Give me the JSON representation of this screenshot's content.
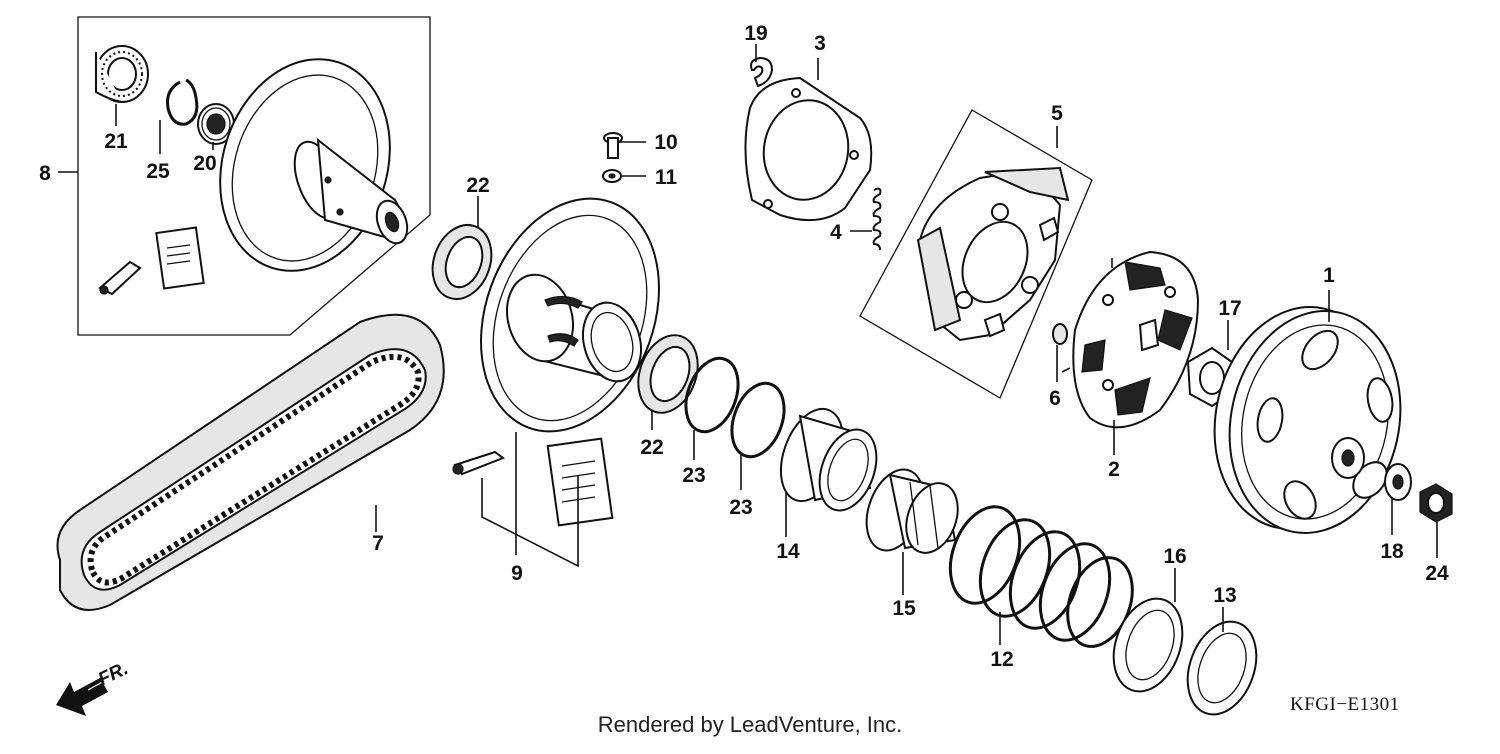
{
  "diagram": {
    "code": "KFGI−E1301",
    "caption": "Rendered by LeadVenture, Inc.",
    "direction_label": "FR.",
    "callouts": [
      "1",
      "2",
      "3",
      "4",
      "5",
      "6",
      "7",
      "8",
      "9",
      "10",
      "11",
      "12",
      "13",
      "14",
      "15",
      "16",
      "17",
      "18",
      "19",
      "20",
      "21",
      "22",
      "22",
      "23",
      "23",
      "24",
      "25"
    ]
  }
}
